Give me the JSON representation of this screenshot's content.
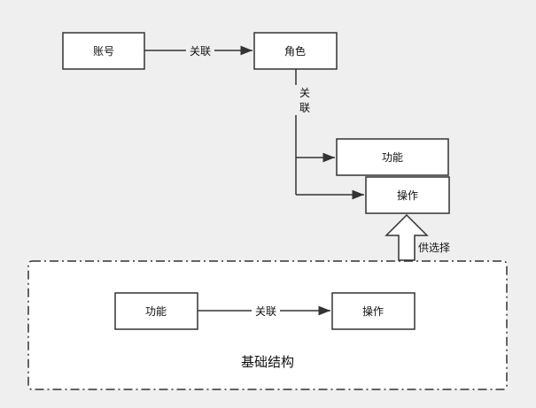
{
  "nodes": {
    "account": "账号",
    "role": "角色",
    "function_top": "功能",
    "operation_top": "操作",
    "function_bottom": "功能",
    "operation_bottom": "操作"
  },
  "edges": {
    "account_role": "关联",
    "role_vertical_1": "关",
    "role_vertical_2": "联",
    "function_operation": "关联",
    "supply": "供选择"
  },
  "group": {
    "label": "基础结构"
  },
  "colors": {
    "background": "#efefef",
    "box_fill": "#ffffff",
    "stroke": "#333333"
  }
}
